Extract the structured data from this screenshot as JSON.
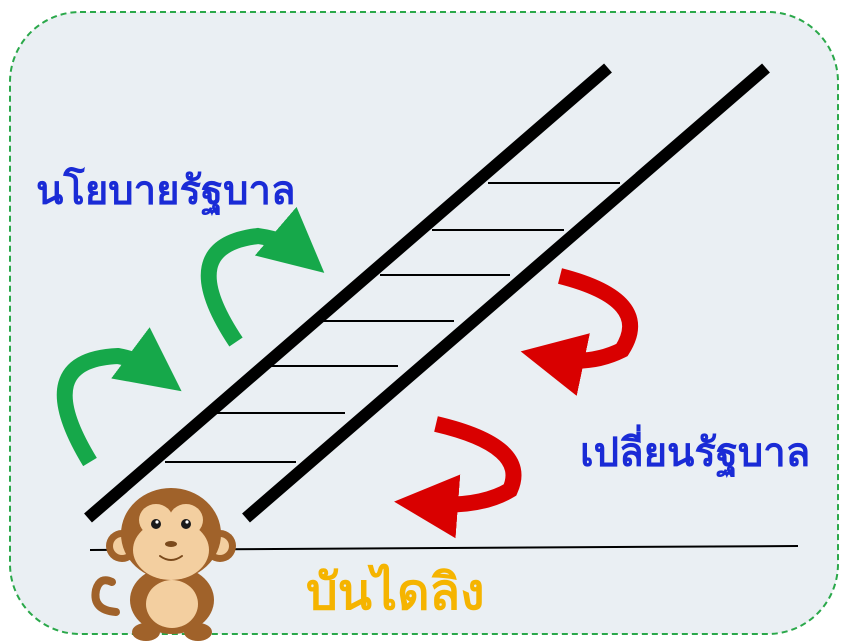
{
  "labels": {
    "policy": "นโยบายรัฐบาล",
    "change_gov": "เปลี่ยนรัฐบาล",
    "title": "บันไดลิง"
  },
  "colors": {
    "panel_fill": "#eaeff3",
    "border": "#2aa84a",
    "ladder": "#000000",
    "green_arrow": "#16a84a",
    "red_arrow": "#d90000",
    "label_text": "#1a2bd6",
    "title_text": "#f5b400"
  },
  "icons": {
    "green_arrows": "curved-arrow-icon",
    "red_arrows": "curved-arrow-icon",
    "monkey": "monkey-icon"
  }
}
